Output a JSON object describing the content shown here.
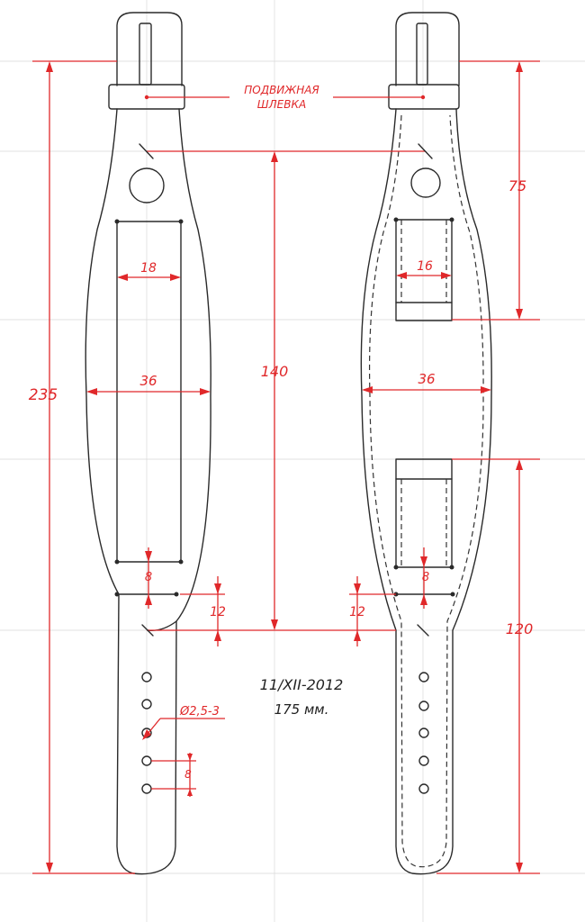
{
  "labels": {
    "keeper_line1": "ПОДВИЖНАЯ",
    "keeper_line2": "ШЛЕВКА",
    "date": "11/XII-2012",
    "total_length": "175 мм.",
    "hole_diameter": "Ø2,5-3"
  },
  "dimensions": {
    "overall": "235",
    "pad_window_left": "18",
    "pad_window_right": "16",
    "width_left": "36",
    "width_right": "36",
    "pad_center": "140",
    "top_section": "75",
    "bottom_section": "120",
    "slot_width_left": "8",
    "slot_width_right": "8",
    "gap_left": "12",
    "gap_right": "12",
    "hole_pitch": "8"
  },
  "colors": {
    "ink": "#2a2a2a",
    "dimension": "#e0282a"
  }
}
